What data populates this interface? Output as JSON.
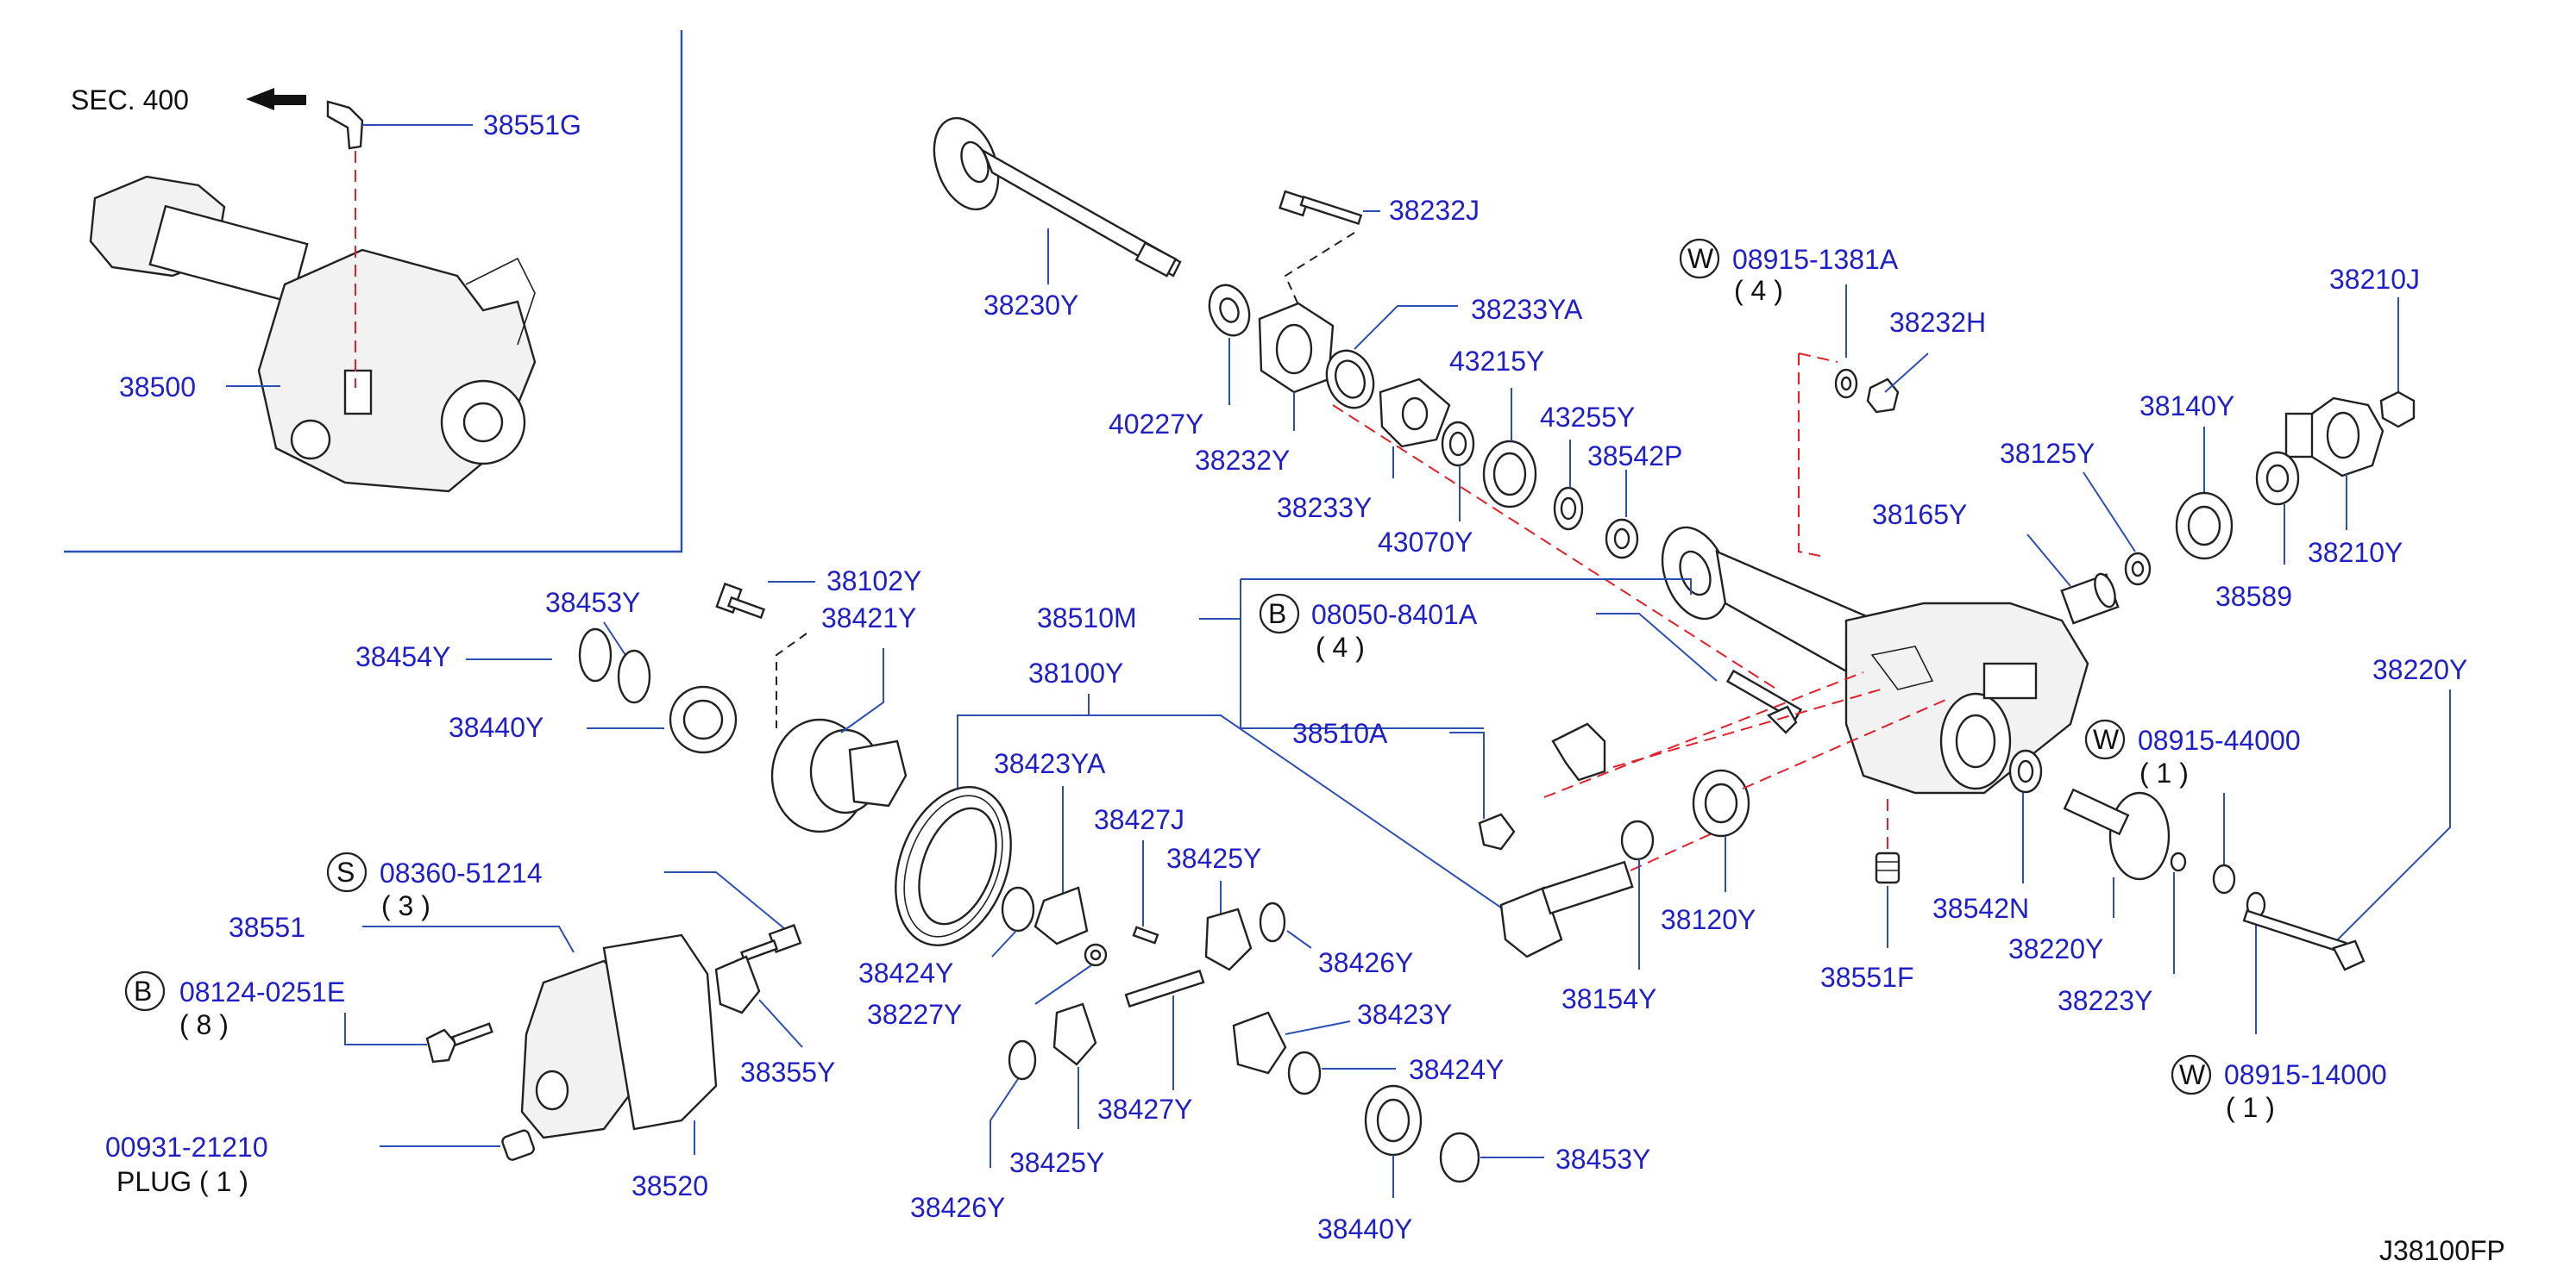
{
  "sec_ref": "SEC. 400",
  "figure_code": "J38100FP",
  "plug_note": "PLUG ( 1 )",
  "labels": {
    "p38551G": "38551G",
    "p38500": "38500",
    "p38230Y": "38230Y",
    "p38232J": "38232J",
    "p38233YA": "38233YA",
    "p40227Y": "40227Y",
    "p38232Y": "38232Y",
    "p43215Y": "43215Y",
    "p43255Y": "43255Y",
    "p38233Y": "38233Y",
    "p38542P": "38542P",
    "p43070Y": "43070Y",
    "p08915_1381A": "08915-1381A",
    "q4": "( 4 )",
    "p38232H": "38232H",
    "p38210J": "38210J",
    "p38140Y": "38140Y",
    "p38125Y": "38125Y",
    "p38165Y": "38165Y",
    "p38210Y": "38210Y",
    "p38589": "38589",
    "p38453Y_a": "38453Y",
    "p38102Y": "38102Y",
    "p38454Y": "38454Y",
    "p38421Y": "38421Y",
    "p38440Y_a": "38440Y",
    "p38510M": "38510M",
    "p08050_8401A": "08050-8401A",
    "q4b": "( 4 )",
    "p38100Y": "38100Y",
    "p38510A": "38510A",
    "p38220Y_r": "38220Y",
    "p08915_44000": "08915-44000",
    "q1a": "( 1 )",
    "p38423YA": "38423YA",
    "p38427J": "38427J",
    "p38425Y_a": "38425Y",
    "p38426Y_a": "38426Y",
    "p38424Y_a": "38424Y",
    "p38227Y": "38227Y",
    "p38423Y": "38423Y",
    "p38424Y_b": "38424Y",
    "p38427Y": "38427Y",
    "p38425Y_b": "38425Y",
    "p38426Y_b": "38426Y",
    "p38440Y_b": "38440Y",
    "p38453Y_b": "38453Y",
    "p08360_51214": "08360-51214",
    "q3": "( 3 )",
    "p38551": "38551",
    "p08124_0251E": "08124-0251E",
    "q8": "( 8 )",
    "p38355Y": "38355Y",
    "p00931_21210": "00931-21210",
    "p38520": "38520",
    "p38120Y": "38120Y",
    "p38154Y": "38154Y",
    "p38551F": "38551F",
    "p38542N": "38542N",
    "p38220Y": "38220Y",
    "p38223Y": "38223Y",
    "p08915_14000": "08915-14000",
    "q1b": "( 1 )"
  },
  "callout_letters": {
    "w1": "W",
    "b1": "B",
    "w2": "W",
    "s1": "S",
    "b2": "B",
    "w3": "W"
  },
  "colors": {
    "part_number": "#1f1fc8",
    "leader_line": "#2b4fb3",
    "dashed_ref": "#e0202a"
  }
}
